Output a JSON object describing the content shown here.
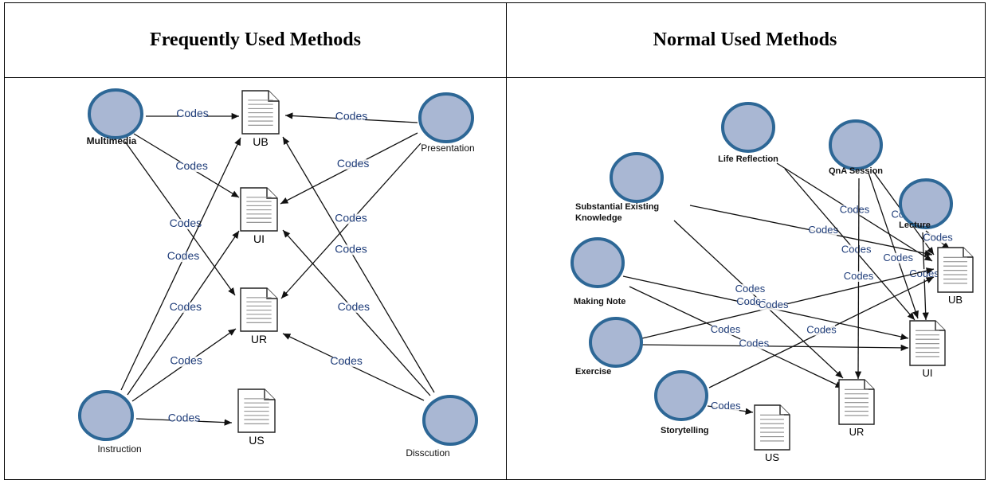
{
  "table": {
    "header_left": "Frequently Used Methods",
    "header_right": "Normal Used Methods"
  },
  "colors": {
    "node_fill": "#a9b7d3",
    "node_stroke": "#2d6796",
    "edge_label": "#1f3d7a"
  },
  "left_diagram": {
    "methods": [
      {
        "id": "multimedia",
        "label": "Multimedia"
      },
      {
        "id": "presentation",
        "label": "Presentation"
      },
      {
        "id": "instruction",
        "label": "Instruction"
      },
      {
        "id": "disscution",
        "label": "Disscution"
      }
    ],
    "documents": [
      {
        "id": "UB",
        "label": "UB"
      },
      {
        "id": "UI",
        "label": "UI"
      },
      {
        "id": "UR",
        "label": "UR"
      },
      {
        "id": "US",
        "label": "US"
      }
    ],
    "edges": [
      {
        "from": "multimedia",
        "to": "UB",
        "label": "Codes"
      },
      {
        "from": "multimedia",
        "to": "UI",
        "label": "Codes"
      },
      {
        "from": "multimedia",
        "to": "UR",
        "label": "Codes"
      },
      {
        "from": "presentation",
        "to": "UB",
        "label": "Codes"
      },
      {
        "from": "presentation",
        "to": "UI",
        "label": "Codes"
      },
      {
        "from": "presentation",
        "to": "UR",
        "label": "Codes"
      },
      {
        "from": "instruction",
        "to": "UB",
        "label": "Codes"
      },
      {
        "from": "instruction",
        "to": "UI",
        "label": "Codes"
      },
      {
        "from": "instruction",
        "to": "UR",
        "label": "Codes"
      },
      {
        "from": "instruction",
        "to": "US",
        "label": "Codes"
      },
      {
        "from": "disscution",
        "to": "UB",
        "label": "Codes"
      },
      {
        "from": "disscution",
        "to": "UI",
        "label": "Codes"
      },
      {
        "from": "disscution",
        "to": "UR",
        "label": "Codes"
      }
    ]
  },
  "right_diagram": {
    "methods": [
      {
        "id": "life",
        "label": "Life Reflection"
      },
      {
        "id": "qna",
        "label": "QnA Session"
      },
      {
        "id": "lecture",
        "label": "Lecture"
      },
      {
        "id": "substantial",
        "label": "Substantial Existing Knowledge"
      },
      {
        "id": "making",
        "label": "Making Note"
      },
      {
        "id": "exercise",
        "label": "Exercise"
      },
      {
        "id": "story",
        "label": "Storytelling"
      }
    ],
    "documents": [
      {
        "id": "UB",
        "label": "UB"
      },
      {
        "id": "UI",
        "label": "UI"
      },
      {
        "id": "UR",
        "label": "UR"
      },
      {
        "id": "US",
        "label": "US"
      }
    ],
    "edges": [
      {
        "from": "substantial",
        "to": "UB",
        "label": "Codes"
      },
      {
        "from": "substantial",
        "to": "UR",
        "label": "Codes"
      },
      {
        "from": "life",
        "to": "UB",
        "label": "Codes"
      },
      {
        "from": "life",
        "to": "UI",
        "label": "Codes"
      },
      {
        "from": "qna",
        "to": "UB",
        "label": "Codes"
      },
      {
        "from": "qna",
        "to": "UI",
        "label": "Codes"
      },
      {
        "from": "qna",
        "to": "UR",
        "label": "Codes"
      },
      {
        "from": "lecture",
        "to": "UB",
        "label": "Codes"
      },
      {
        "from": "lecture",
        "to": "UI",
        "label": "Codes"
      },
      {
        "from": "making",
        "to": "UI",
        "label": "Codes"
      },
      {
        "from": "making",
        "to": "UR",
        "label": "Codes"
      },
      {
        "from": "exercise",
        "to": "UB",
        "label": "Codes"
      },
      {
        "from": "exercise",
        "to": "UI",
        "label": "Codes"
      },
      {
        "from": "story",
        "to": "UB",
        "label": "Codes"
      },
      {
        "from": "story",
        "to": "US",
        "label": "Codes"
      }
    ]
  }
}
